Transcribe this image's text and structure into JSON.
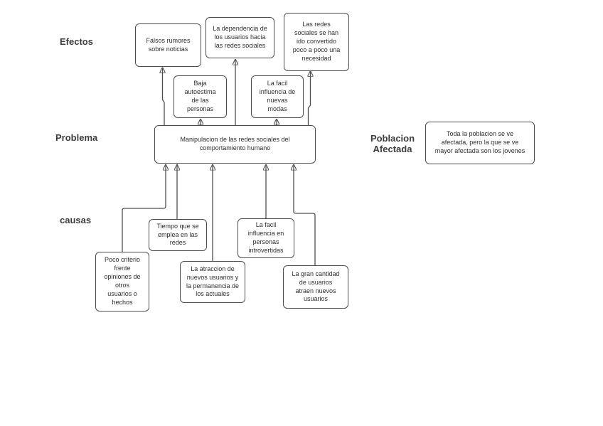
{
  "diagram": {
    "title_hint": "Arbol de problema - manipulacion de las redes sociales",
    "colors": {
      "background": "#ffffff",
      "node_fill": "#ffffff",
      "node_border": "#4d4d4d",
      "connector": "#4d4d4d",
      "text": "#2e2e2e",
      "label_text": "#3c3c3c"
    },
    "section_labels": {
      "efectos": "Efectos",
      "problema": "Problema",
      "poblacion_afectada": "Poblacion\nAfectada",
      "causas": "causas"
    },
    "nodes": {
      "falsos_rumores": "Falsos rumores\nsobre noticias",
      "dependencia": "La dependencia de\nlos usuarios hacia\nlas redes sociales",
      "redes_necesidad": "Las redes\nsociales se han\nido convertido\npoco a poco una\nnecesidad",
      "baja_autoestima": "Baja\nautoestima\nde las\npersonas",
      "influencia_modas": "La facil\ninfluencia de\nnuevas\nmodas",
      "problema_central": "Manipulacion de las redes sociales del\ncomportamiento humano",
      "poblacion": "Toda la poblacion se ve\nafectada, pero la que se ve\nmayor afectada son los jovenes",
      "tiempo_redes": "Tiempo que se\nemplea en las\nredes",
      "influencia_introvertidas": "La facil\ninfluencia en\npersonas\nintrovertidas",
      "poco_criterio": "Poco criterio\nfrente\nopiniones de\notros\nusuarios o\nhechos",
      "atraccion_usuarios": "La atraccion de\nnuevos usuarios y\nla permanencia de\nlos actuales",
      "gran_cantidad": "La gran cantidad\nde usuarios\natraen nuevos\nusuarios"
    },
    "edges": [
      {
        "from": "problema_central",
        "to": "falsos_rumores"
      },
      {
        "from": "problema_central",
        "to": "baja_autoestima"
      },
      {
        "from": "problema_central",
        "to": "dependencia"
      },
      {
        "from": "problema_central",
        "to": "influencia_modas"
      },
      {
        "from": "problema_central",
        "to": "redes_necesidad"
      },
      {
        "from": "poco_criterio",
        "to": "problema_central"
      },
      {
        "from": "tiempo_redes",
        "to": "problema_central"
      },
      {
        "from": "atraccion_usuarios",
        "to": "problema_central"
      },
      {
        "from": "influencia_introvertidas",
        "to": "problema_central"
      },
      {
        "from": "gran_cantidad",
        "to": "problema_central"
      }
    ]
  }
}
